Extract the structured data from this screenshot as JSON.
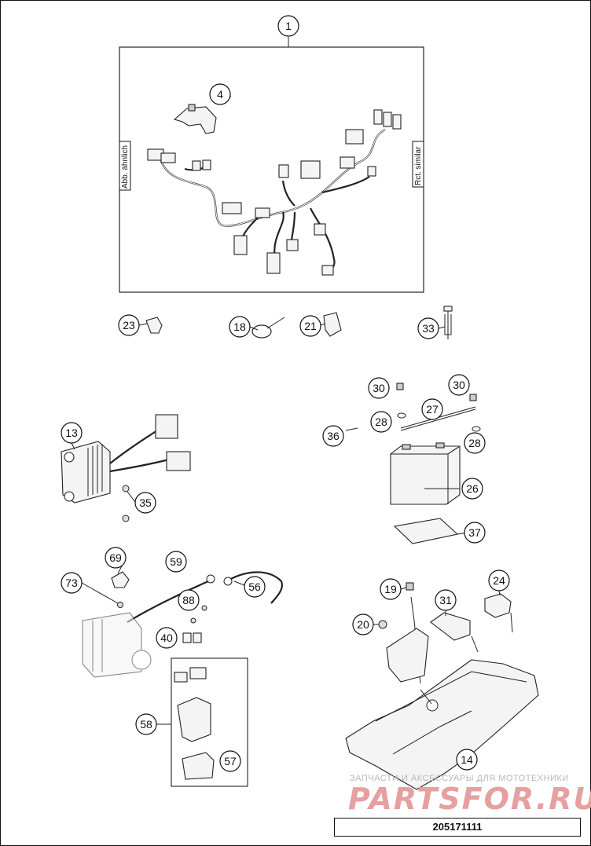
{
  "diagram": {
    "part_number": "205171111",
    "harness_box_labels": {
      "left": "Abb. ähnlich",
      "right": "Rct. similar"
    },
    "watermark": {
      "tagline": "ЗАПЧАСТИ И АКСЕССУАРЫ ДЛЯ МОТОТЕХНИКИ",
      "brand": "PARTSFOR.RU"
    },
    "callouts": [
      "1",
      "4",
      "23",
      "18",
      "21",
      "33",
      "30",
      "30",
      "27",
      "28",
      "28",
      "36",
      "13",
      "26",
      "35",
      "37",
      "69",
      "59",
      "73",
      "56",
      "88",
      "19",
      "24",
      "31",
      "20",
      "40",
      "58",
      "57",
      "14"
    ]
  }
}
